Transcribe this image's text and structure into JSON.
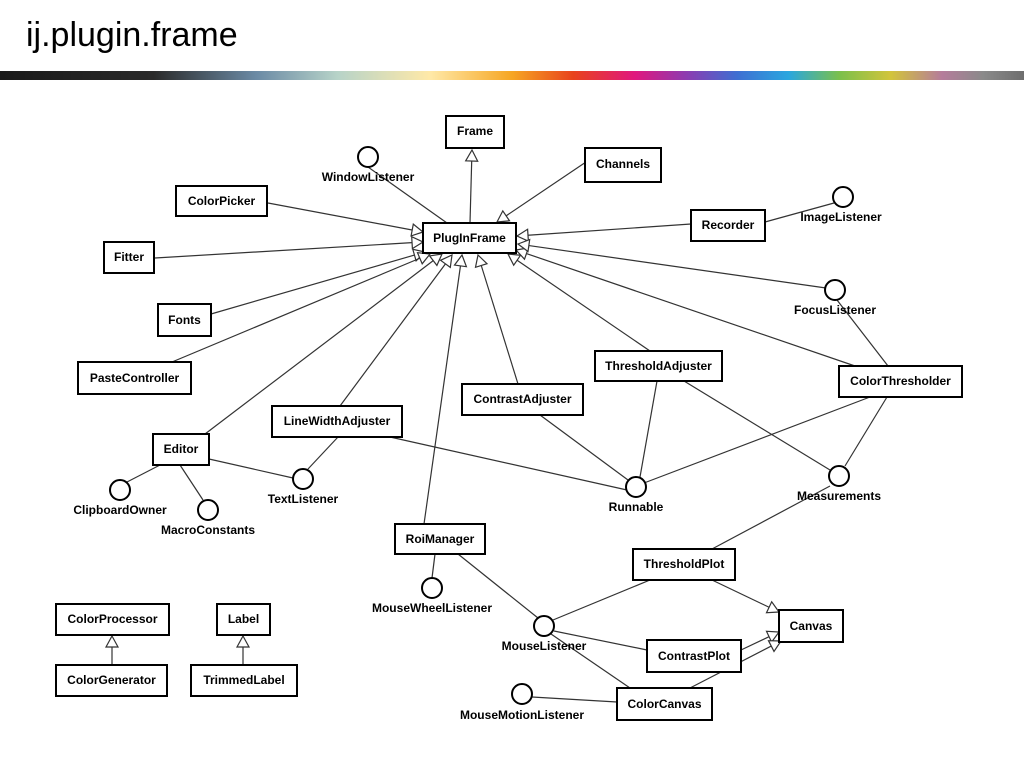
{
  "title": "ij.plugin.frame",
  "colors": {
    "edge": "#333333",
    "box_stroke": "#000000"
  },
  "classes": {
    "frame": "Frame",
    "channels": "Channels",
    "colorpicker": "ColorPicker",
    "pluginframe": "PlugInFrame",
    "recorder": "Recorder",
    "fitter": "Fitter",
    "fonts": "Fonts",
    "pastecontroller": "PasteController",
    "thresholdadjuster": "ThresholdAdjuster",
    "colorthresholder": "ColorThresholder",
    "contrastadjuster": "ContrastAdjuster",
    "linewidthadjuster": "LineWidthAdjuster",
    "editor": "Editor",
    "roimanager": "RoiManager",
    "thresholdplot": "ThresholdPlot",
    "canvas": "Canvas",
    "contrastplot": "ContrastPlot",
    "colorcanvas": "ColorCanvas",
    "colorprocessor": "ColorProcessor",
    "label": "Label",
    "colorgenerator": "ColorGenerator",
    "trimmedlabel": "TrimmedLabel"
  },
  "interfaces": {
    "windowlistener": "WindowListener",
    "imagelistener": "ImageListener",
    "focuslistener": "FocusListener",
    "measurements": "Measurements",
    "runnable": "Runnable",
    "textlistener": "TextListener",
    "clipboardowner": "ClipboardOwner",
    "macroconstants": "MacroConstants",
    "mousewheellistener": "MouseWheelListener",
    "mouselistener": "MouseListener",
    "mousemotionlistener": "MouseMotionListener"
  }
}
